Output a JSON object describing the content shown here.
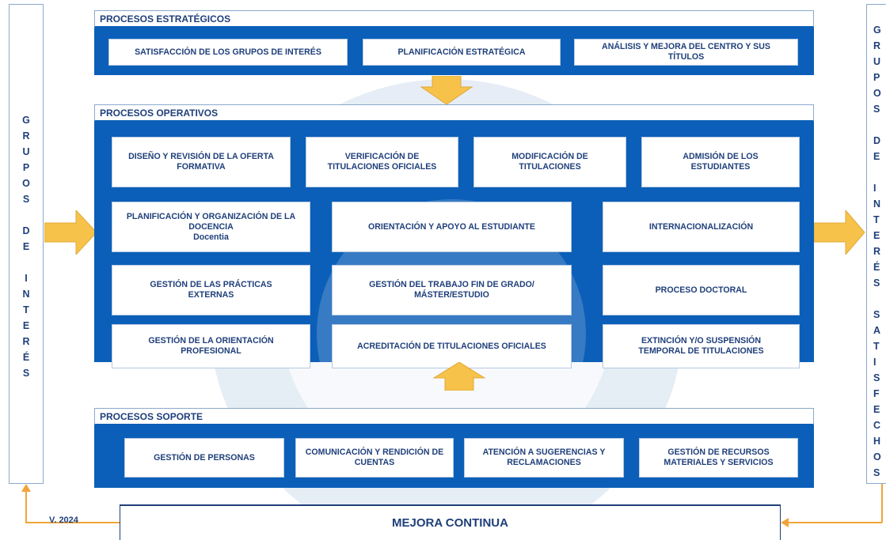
{
  "left_panel": {
    "letters": [
      "G",
      "R",
      "U",
      "P",
      "O",
      "S",
      "",
      "D",
      "E",
      "",
      "I",
      "N",
      "T",
      "E",
      "R",
      "É",
      "S"
    ]
  },
  "right_panel": {
    "letters": [
      "G",
      "R",
      "U",
      "P",
      "O",
      "S",
      "",
      "D",
      "E",
      "",
      "I",
      "N",
      "T",
      "E",
      "R",
      "É",
      "S",
      "",
      "S",
      "A",
      "T",
      "I",
      "S",
      "F",
      "E",
      "C",
      "H",
      "O",
      "S"
    ]
  },
  "estrategicos": {
    "header": "PROCESOS ESTRATÉGICOS",
    "items": [
      "SATISFACCIÓN DE LOS GRUPOS DE INTERÉS",
      "PLANIFICACIÓN ESTRATÉGICA",
      "ANÁLISIS Y MEJORA DEL CENTRO Y SUS TÍTULOS"
    ]
  },
  "operativos": {
    "header": "PROCESOS OPERATIVOS",
    "row1": [
      "DISEÑO Y REVISIÓN DE LA OFERTA FORMATIVA",
      "VERIFICACIÓN DE TITULACIONES OFICIALES",
      "MODIFICACIÓN DE TITULACIONES",
      "ADMISIÓN DE LOS ESTUDIANTES"
    ],
    "planificacion": {
      "title": "PLANIFICACIÓN Y ORGANIZACIÓN DE LA DOCENCIA",
      "sub": "Docentia"
    },
    "orientacion": "ORIENTACIÓN Y APOYO AL ESTUDIANTE",
    "internacionalizacion": "INTERNACIONALIZACIÓN",
    "practicas": "GESTIÓN DE LAS PRÁCTICAS EXTERNAS",
    "tfg": "GESTIÓN DEL TRABAJO FIN DE GRADO/ MÁSTER/ESTUDIO",
    "doctoral": "PROCESO DOCTORAL",
    "orientacion_prof": "GESTIÓN DE LA ORIENTACIÓN PROFESIONAL",
    "acreditacion": "ACREDITACIÓN DE TITULACIONES OFICIALES",
    "extincion": "EXTINCIÓN Y/O SUSPENSIÓN TEMPORAL DE TITULACIONES"
  },
  "soporte": {
    "header": "PROCESOS SOPORTE",
    "items": [
      "GESTIÓN DE PERSONAS",
      "COMUNICACIÓN Y RENDICIÓN DE CUENTAS",
      "ATENCIÓN A SUGERENCIAS Y RECLAMACIONES",
      "GESTIÓN DE RECURSOS MATERIALES Y SERVICIOS"
    ]
  },
  "footer": {
    "version": "V. 2024",
    "mejora": "MEJORA CONTINUA"
  },
  "colors": {
    "blue": "#0b5fb8",
    "arrow": "#f6c24a",
    "orange_line": "#f2a33a",
    "text": "#1f3f7a"
  }
}
